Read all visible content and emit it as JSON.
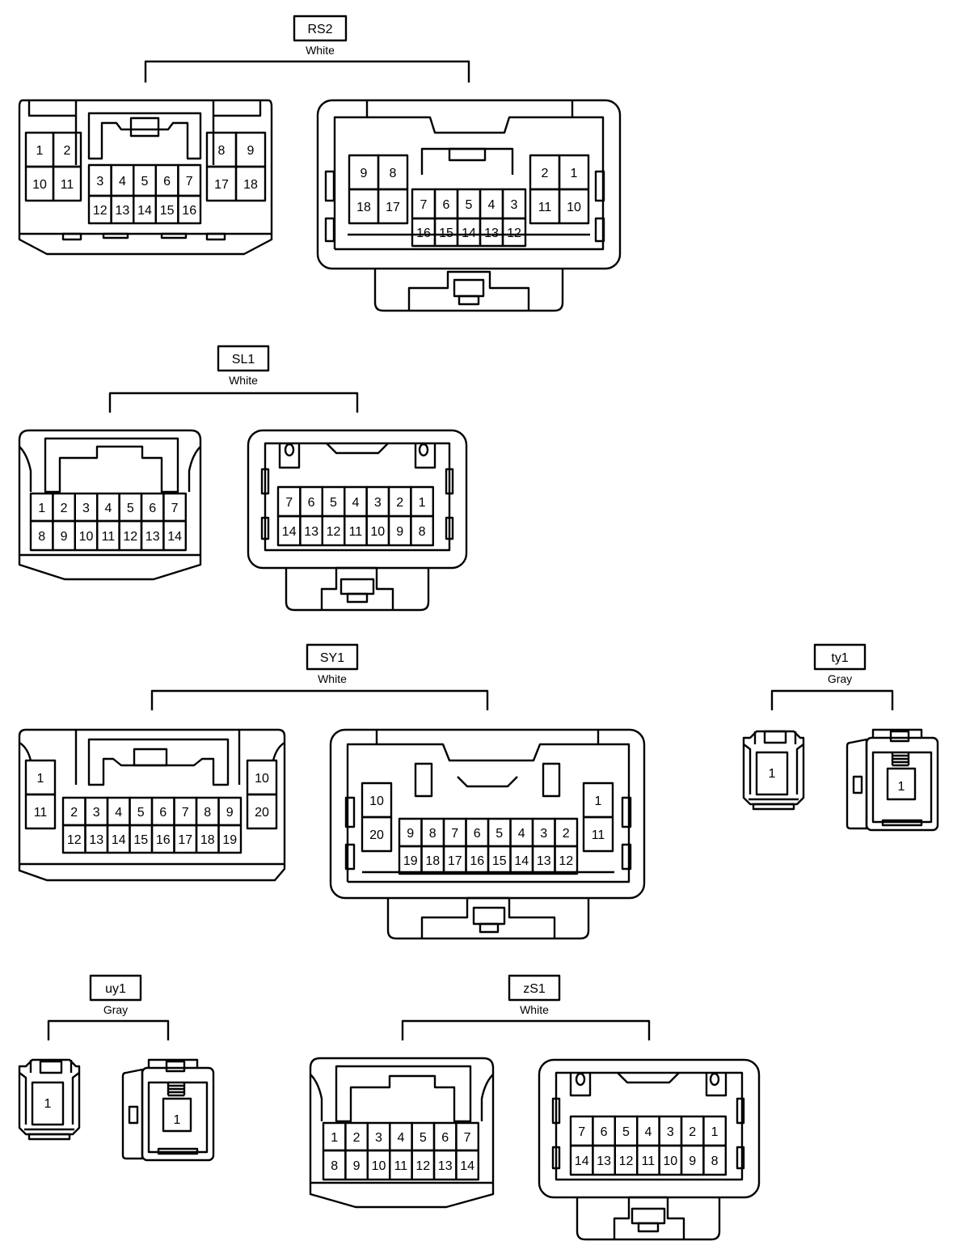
{
  "connectors": {
    "rs2": {
      "code": "RS2",
      "color": "White",
      "male": {
        "left_top": [
          "1",
          "2"
        ],
        "left_bot": [
          "10",
          "11"
        ],
        "mid_top": [
          "3",
          "4",
          "5",
          "6",
          "7"
        ],
        "mid_bot": [
          "12",
          "13",
          "14",
          "15",
          "16"
        ],
        "right_top": [
          "8",
          "9"
        ],
        "right_bot": [
          "17",
          "18"
        ]
      },
      "female": {
        "left_top": [
          "9",
          "8"
        ],
        "left_bot": [
          "18",
          "17"
        ],
        "mid_top": [
          "7",
          "6",
          "5",
          "4",
          "3"
        ],
        "mid_bot": [
          "16",
          "15",
          "14",
          "13",
          "12"
        ],
        "right_top": [
          "2",
          "1"
        ],
        "right_bot": [
          "11",
          "10"
        ]
      }
    },
    "sl1": {
      "code": "SL1",
      "color": "White",
      "male": {
        "top": [
          "1",
          "2",
          "3",
          "4",
          "5",
          "6",
          "7"
        ],
        "bot": [
          "8",
          "9",
          "10",
          "11",
          "12",
          "13",
          "14"
        ]
      },
      "female": {
        "top": [
          "7",
          "6",
          "5",
          "4",
          "3",
          "2",
          "1"
        ],
        "bot": [
          "14",
          "13",
          "12",
          "11",
          "10",
          "9",
          "8"
        ]
      }
    },
    "sy1": {
      "code": "SY1",
      "color": "White",
      "male": {
        "left": [
          "1",
          "11"
        ],
        "mid_top": [
          "2",
          "3",
          "4",
          "5",
          "6",
          "7",
          "8",
          "9"
        ],
        "mid_bot": [
          "12",
          "13",
          "14",
          "15",
          "16",
          "17",
          "18",
          "19"
        ],
        "right": [
          "10",
          "20"
        ]
      },
      "female": {
        "left": [
          "10",
          "20"
        ],
        "mid_top": [
          "9",
          "8",
          "7",
          "6",
          "5",
          "4",
          "3",
          "2"
        ],
        "mid_bot": [
          "19",
          "18",
          "17",
          "16",
          "15",
          "14",
          "13",
          "12"
        ],
        "right": [
          "1",
          "11"
        ]
      }
    },
    "ty1": {
      "code": "ty1",
      "color": "Gray",
      "male": [
        "1"
      ],
      "female": [
        "1"
      ]
    },
    "uy1": {
      "code": "uy1",
      "color": "Gray",
      "male": [
        "1"
      ],
      "female": [
        "1"
      ]
    },
    "zs1": {
      "code": "zS1",
      "color": "White",
      "male": {
        "top": [
          "1",
          "2",
          "3",
          "4",
          "5",
          "6",
          "7"
        ],
        "bot": [
          "8",
          "9",
          "10",
          "11",
          "12",
          "13",
          "14"
        ]
      },
      "female": {
        "top": [
          "7",
          "6",
          "5",
          "4",
          "3",
          "2",
          "1"
        ],
        "bot": [
          "14",
          "13",
          "12",
          "11",
          "10",
          "9",
          "8"
        ]
      }
    }
  }
}
